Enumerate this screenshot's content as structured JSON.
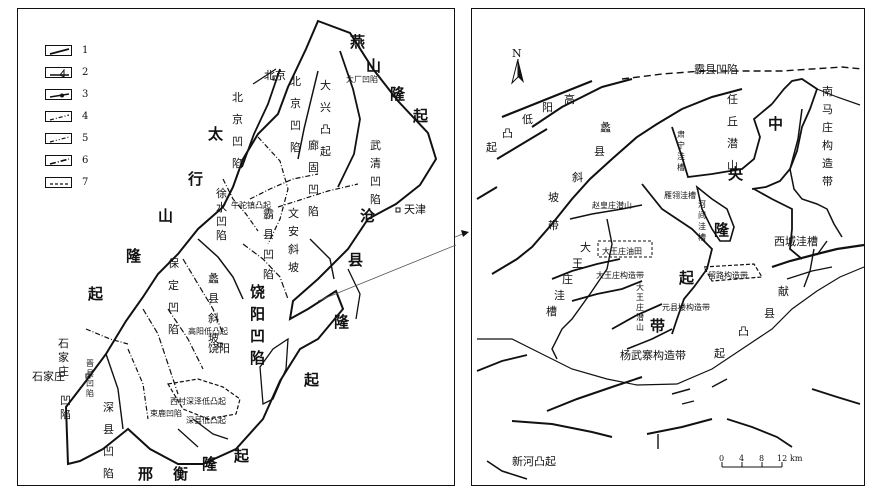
{
  "legend": {
    "items": [
      "1",
      "2",
      "3",
      "4",
      "5",
      "6",
      "7"
    ]
  },
  "left_map": {
    "regional": {
      "yanshan": [
        "燕",
        "山",
        "隆",
        "起"
      ],
      "taihang": [
        "太",
        "行",
        "山",
        "隆",
        "起"
      ],
      "xingheng": [
        "邢",
        "衡",
        "隆",
        "起"
      ],
      "cangxian": [
        "沧",
        "县",
        "隆",
        "起"
      ]
    },
    "cities": {
      "beijing": "北京",
      "tianjin": "天津",
      "shijiazhuang": "石家庄",
      "raoyang": "饶阳"
    },
    "units": {
      "beijing_aoxian": [
        "北",
        "京",
        "凹",
        "陷"
      ],
      "daxing": [
        "大",
        "兴",
        "凸",
        "起"
      ],
      "daxing_fault": "大厂凹陷",
      "langgu": [
        "廊",
        "固",
        "凹",
        "陷"
      ],
      "wuqing": [
        "武",
        "清",
        "凹",
        "陷"
      ],
      "xushui": [
        "徐",
        "水",
        "凹",
        "陷"
      ],
      "niutuozhen": "牛驼镇凸起",
      "baxian": [
        "霸",
        "县",
        "凹",
        "陷"
      ],
      "wenan": [
        "文",
        "安",
        "斜",
        "坡"
      ],
      "baoding": [
        "保",
        "定",
        "凹",
        "陷"
      ],
      "lixian": [
        "蠡",
        "县",
        "斜",
        "坡"
      ],
      "raoyang_aoxian": [
        "饶",
        "阳",
        "凹",
        "陷"
      ],
      "shenxian": [
        "深",
        "县",
        "凹",
        "陷"
      ],
      "shijiazhuang_aoxian": [
        "石",
        "家",
        "庄",
        "凹",
        "陷"
      ],
      "jinxian": [
        "晋",
        "县",
        "凹",
        "陷"
      ],
      "gaoyang": "高阳低凸起",
      "xiaotuqi": "西村深泽低凸起",
      "shulu": "束鹿凹陷",
      "shenjiazhuang": "深县低凸起"
    }
  },
  "right_map": {
    "north": "N",
    "units": {
      "baxian_aoxian": "霸县凹陷",
      "gaoditu": [
        "高",
        "阳",
        "低",
        "凸",
        "起"
      ],
      "lixian_slope": [
        "蠡",
        "县",
        "斜",
        "坡",
        "带"
      ],
      "renqiu": [
        "任",
        "丘",
        "潜",
        "山"
      ],
      "nanmazhuang": [
        "南",
        "马",
        "庄",
        "构",
        "造",
        "带"
      ],
      "central_uplift": [
        "中",
        "央",
        "隆",
        "起",
        "带"
      ],
      "xicheng": "西城洼槽",
      "xianxian": [
        "献",
        "县",
        "凸",
        "起"
      ],
      "zhaohuangzhuang": "赵皇庄潜山",
      "yongfeng": "雁翎洼槽",
      "dawangzhuang_sag": [
        "大",
        "王",
        "庄",
        "洼",
        "槽"
      ],
      "dawangzhuang_oil": "大王庄油田",
      "dawangzhuang_struct": "大王庄构造带",
      "liulu": "留路构造带",
      "wugou": "元县楼构造带",
      "yangwuzhai": "杨武寨构造带",
      "xinhe": "新河凸起",
      "qianshan": [
        "大",
        "王",
        "庄",
        "潜",
        "山"
      ],
      "hejian": [
        "河",
        "间",
        "洼",
        "槽"
      ],
      "suning": [
        "肃",
        "宁",
        "洼",
        "槽"
      ]
    },
    "scale": {
      "ticks": [
        "0",
        "4",
        "8",
        "12"
      ],
      "unit": "km"
    }
  }
}
